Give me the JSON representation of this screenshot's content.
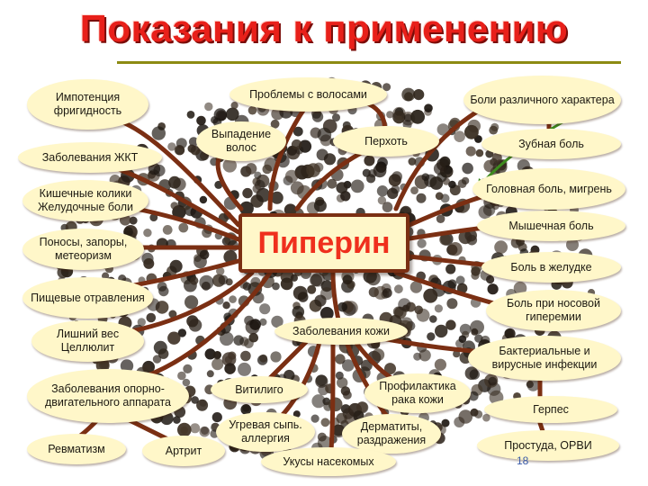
{
  "title": "Показания к применению",
  "center": "Пиперин",
  "page_number": "18",
  "colors": {
    "title": "#e8201a",
    "node_fill": "#fff7c9",
    "link": "#7b2f13",
    "center_text": "#ef2f1d",
    "accent_arrow": "#3d8a1e"
  },
  "nodes": {
    "impotence": "Импотенция фригидность",
    "hair_problems": "Проблемы с волосами",
    "pain_types": "Боли различного характера",
    "hair_loss": "Выпадение волос",
    "dandruff": "Перхоть",
    "gi_diseases": "Заболевания ЖКТ",
    "toothache": "Зубная боль",
    "headache": "Головная боль, мигрень",
    "colic": "Кишечные колики Желудочные боли",
    "muscle_pain": "Мышечная боль",
    "diarrhea": "Поносы, запоры, метеоризм",
    "stomach_pain": "Боль в желудке",
    "food_poisoning": "Пищевые отравления",
    "nasal_pain": "Боль при носовой гиперемии",
    "overweight": "Лишний вес Целлюлит",
    "skin_diseases": "Заболевания кожи",
    "infections": "Бактериальные и вирусные инфекции",
    "musculoskeletal": "Заболевания опорно-двигательного аппарата",
    "vitiligo": "Витилиго",
    "cancer_prevention": "Профилактика рака кожи",
    "herpes": "Герпес",
    "acne": "Угревая сыпь. аллергия",
    "dermatitis": "Дерматиты, раздражения",
    "rheumatism": "Ревматизм",
    "arthritis": "Артрит",
    "insect_bites": "Укусы насекомых",
    "flu": "Простуда, ОРВИ"
  }
}
